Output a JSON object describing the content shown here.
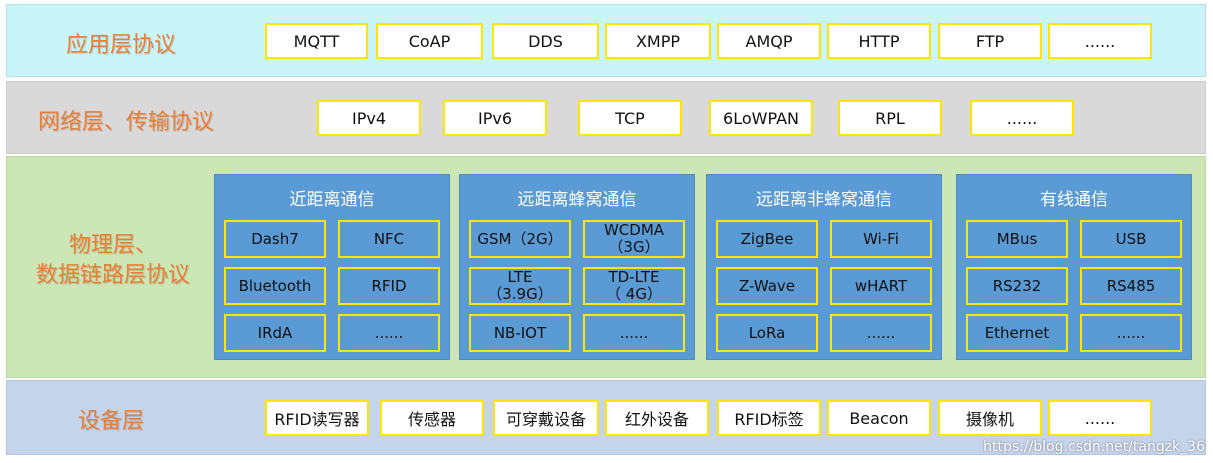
{
  "layers": {
    "app": {
      "title": "应用层协议",
      "items": [
        "MQTT",
        "CoAP",
        "DDS",
        "XMPP",
        "AMQP",
        "HTTP",
        "FTP",
        "......"
      ]
    },
    "net": {
      "title": "网络层、传输协议",
      "items": [
        "IPv4",
        "IPv6",
        "TCP",
        "6LoWPAN",
        "RPL",
        "......"
      ]
    },
    "phy": {
      "title_line1": "物理层、",
      "title_line2": "数据链路层协议",
      "groups": [
        {
          "title": "近距离通信",
          "cells": [
            [
              "Dash7"
            ],
            [
              "NFC"
            ],
            [
              "Bluetooth"
            ],
            [
              "RFID"
            ],
            [
              "IRdA"
            ],
            [
              "......"
            ]
          ]
        },
        {
          "title": "远距离蜂窝通信",
          "cells": [
            [
              "GSM（2G）"
            ],
            [
              "WCDMA",
              "（3G）"
            ],
            [
              "LTE",
              "（3.9G）"
            ],
            [
              "TD-LTE",
              "（ 4G）"
            ],
            [
              "NB-IOT"
            ],
            [
              "......"
            ]
          ]
        },
        {
          "title": "远距离非蜂窝通信",
          "cells": [
            [
              "ZigBee"
            ],
            [
              "Wi-Fi"
            ],
            [
              "Z-Wave"
            ],
            [
              "wHART"
            ],
            [
              "LoRa"
            ],
            [
              "......"
            ]
          ]
        },
        {
          "title": "有线通信",
          "cells": [
            [
              "MBus"
            ],
            [
              "USB"
            ],
            [
              "RS232"
            ],
            [
              "RS485"
            ],
            [
              "Ethernet"
            ],
            [
              "......"
            ]
          ]
        }
      ]
    },
    "dev": {
      "title": "设备层",
      "items": [
        "RFID读写器",
        "传感器",
        "可穿戴设备",
        "红外设备",
        "RFID标签",
        "Beacon",
        "摄像机",
        "......"
      ]
    }
  },
  "watermark": "https://blog.csdn.net/tangzk_36",
  "colors": {
    "title_orange": "#ed7d31",
    "box_border_yellow": "#ffe600",
    "group_blue": "#5a9bd5"
  }
}
